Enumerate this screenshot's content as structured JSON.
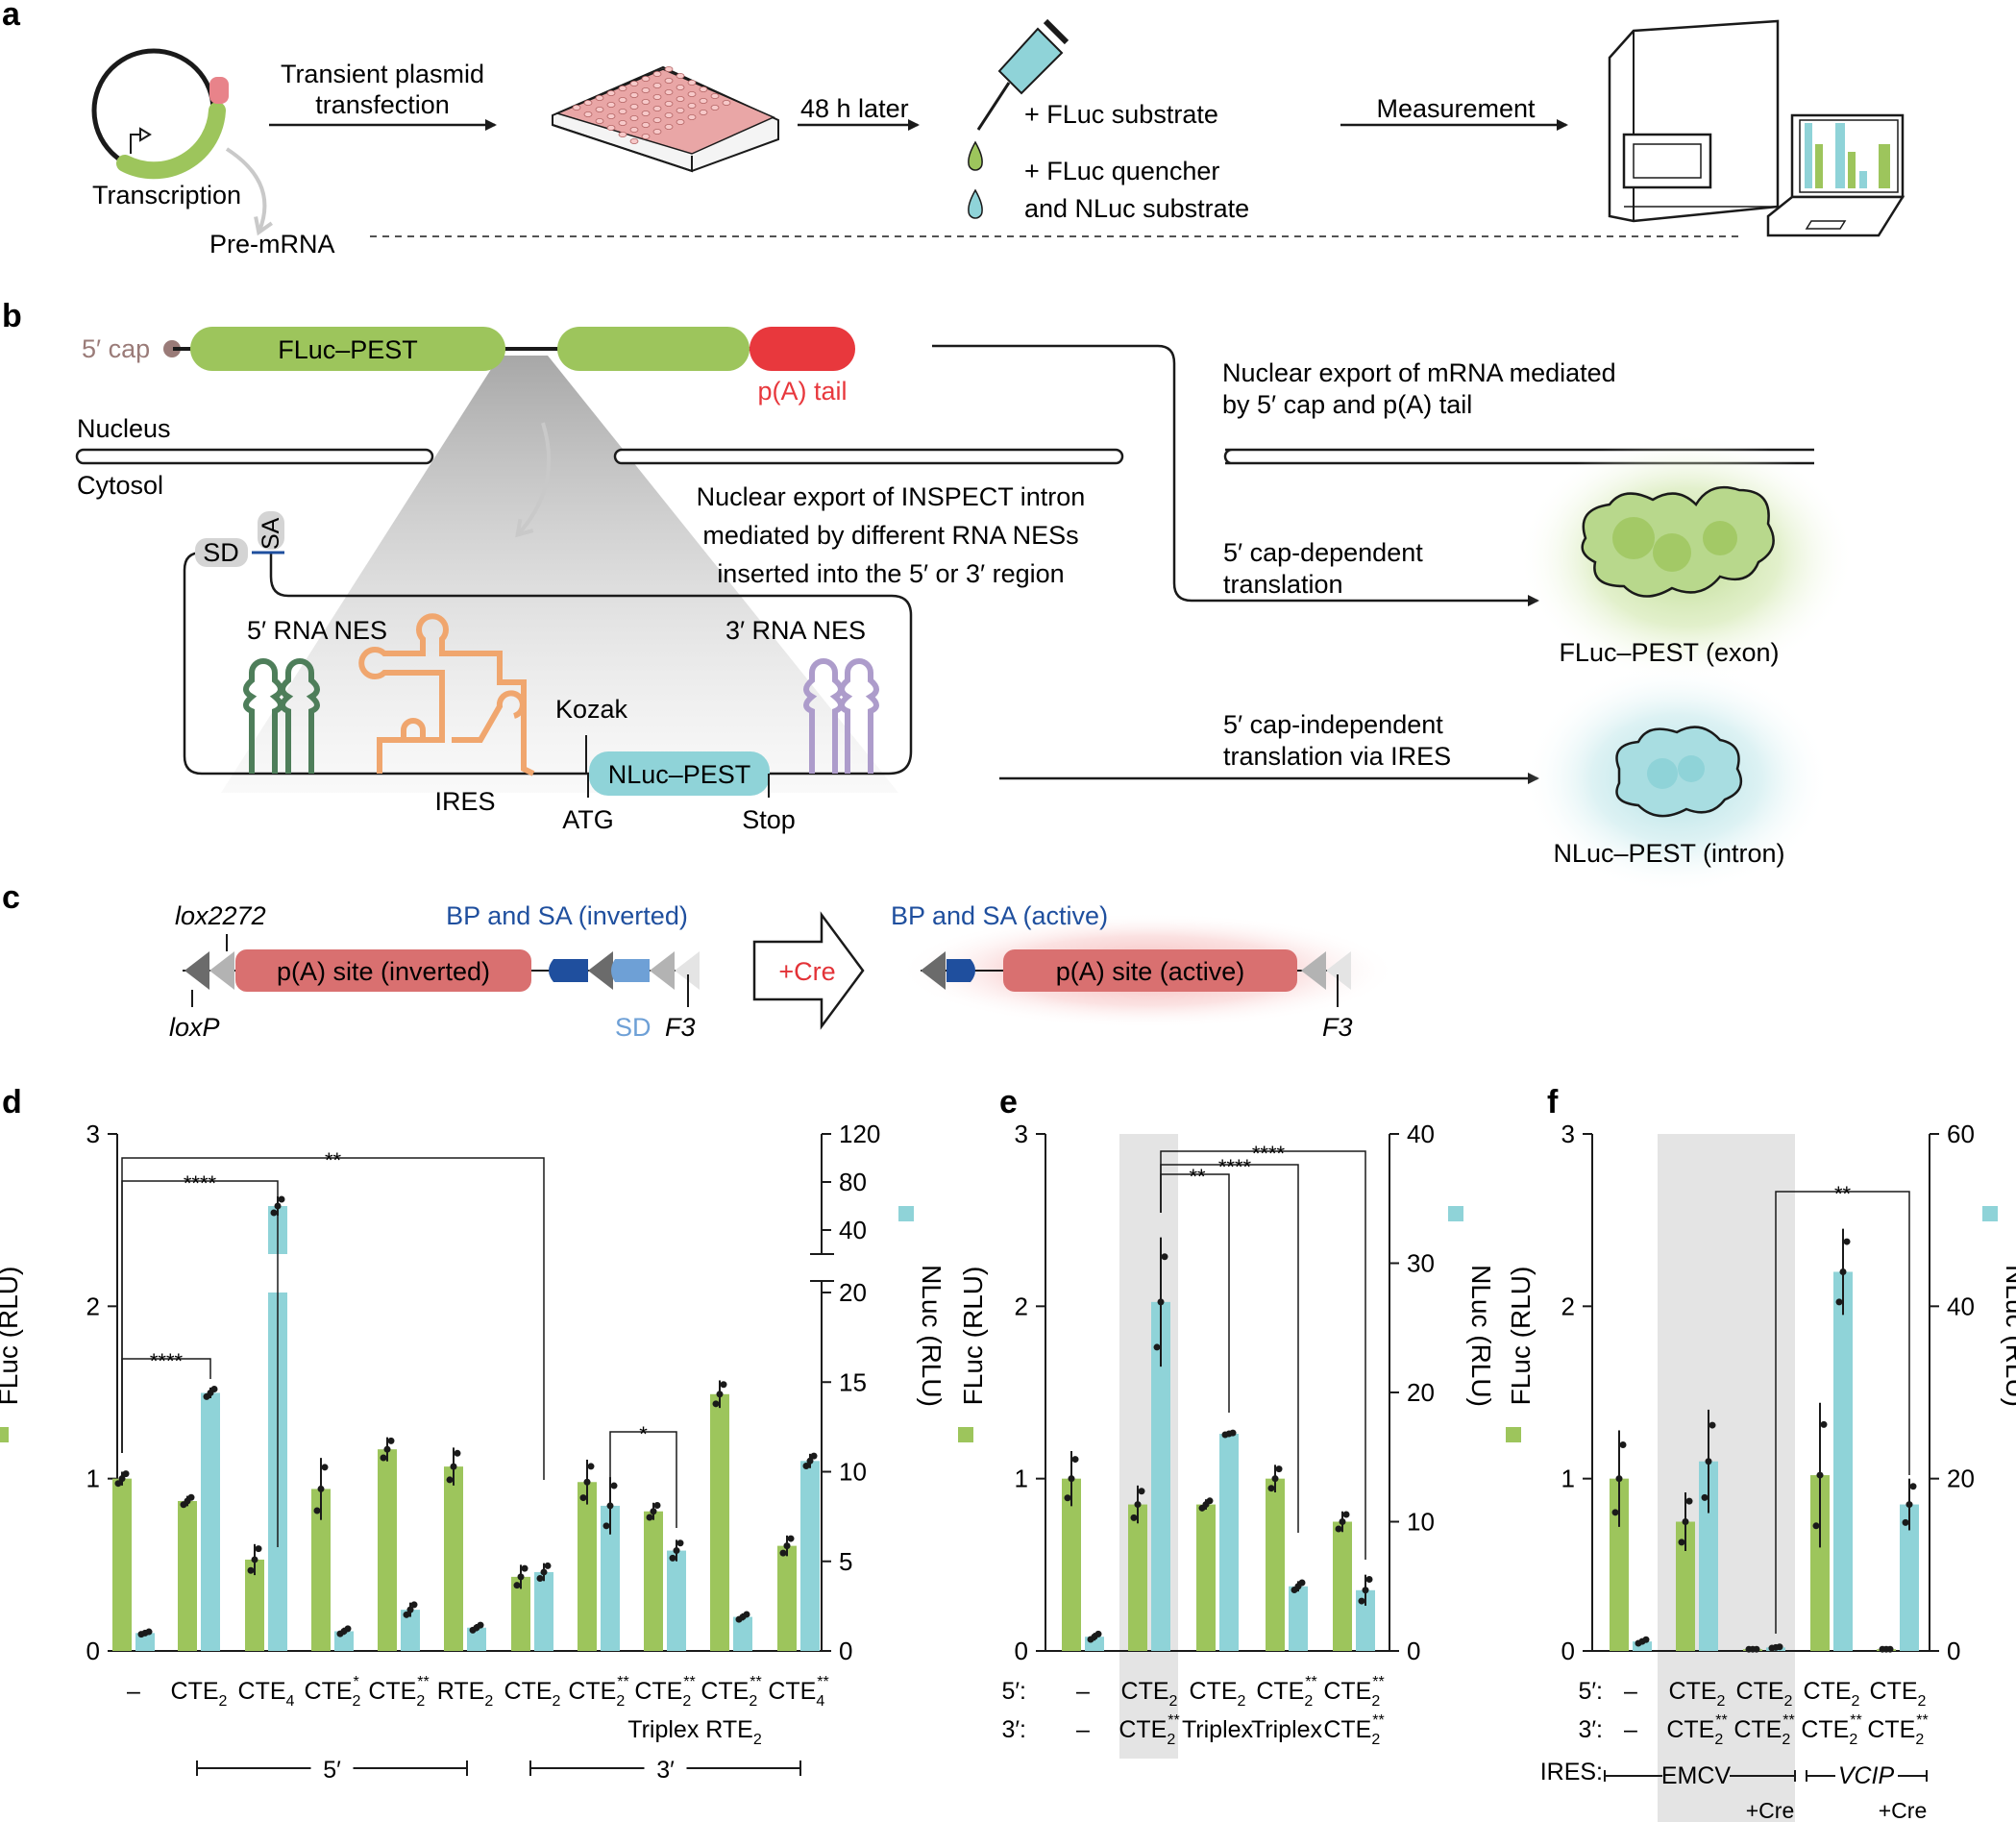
{
  "colors": {
    "fluc": "#9dc55c",
    "nluc": "#8fd3d8",
    "polyA": "#e8383d",
    "cap": "#9a7b78",
    "blue_text": "#1f4f9e",
    "light_blue_text": "#6ea0d6",
    "red_text": "#e33237",
    "nes5": "#4e7e5a",
    "ires": "#f0a66e",
    "nes3": "#ad9ccb",
    "pA_site": "#d97070",
    "shade": "#e4e4e4"
  },
  "panel_a": {
    "letter": "a",
    "transcription": "Transcription",
    "pre_mrna": "Pre-mRNA",
    "step1": [
      "Transient plasmid",
      "transfection"
    ],
    "step2": "48 h later",
    "substrate1": "+ FLuc substrate",
    "substrate2": [
      "+ FLuc quencher",
      "and NLuc substrate"
    ],
    "measurement": "Measurement"
  },
  "panel_b": {
    "letter": "b",
    "cap": "5′ cap",
    "fluc_pest": "FLuc–PEST",
    "polyA": "p(A) tail",
    "nucleus": "Nucleus",
    "cytosol": "Cytosol",
    "export_mrna": [
      "Nuclear export of mRNA mediated",
      "by 5′ cap and p(A) tail"
    ],
    "export_intron": [
      "Nuclear export of INSPECT intron",
      "mediated by different RNA NESs",
      "inserted into the 5′ or 3′ region"
    ],
    "sd": "SD",
    "sa": "SA",
    "nes5": "5′ RNA NES",
    "nes3": "3′ RNA NES",
    "ires": "IRES",
    "kozak": "Kozak",
    "atg": "ATG",
    "nluc_pest": "NLuc–PEST",
    "stop": "Stop",
    "cap_dep": [
      "5′ cap-dependent",
      "translation"
    ],
    "cap_indep": [
      "5′ cap-independent",
      "translation via IRES"
    ],
    "fluc_exon": "FLuc–PEST (exon)",
    "nluc_intron": "NLuc–PEST (intron)"
  },
  "panel_c": {
    "letter": "c",
    "lox2272": "lox2272",
    "loxp": "loxP",
    "bp_sa_inverted": "BP and SA (inverted)",
    "pA_inverted": "p(A) site (inverted)",
    "sd": "SD",
    "f3": "F3",
    "cre": "+Cre",
    "bp_sa_active": "BP and SA (active)",
    "pA_active": "p(A) site (active)"
  },
  "chart_data": [
    {
      "panel": "d",
      "type": "bar",
      "ylabel_left": "FLuc (RLU)",
      "ylabel_right": "NLuc (RLU)",
      "ylim_left": [
        0,
        3
      ],
      "yticks_left": [
        "0",
        "1",
        "2",
        "3"
      ],
      "yticks_right": [
        "0",
        "5",
        "10",
        "15",
        "20",
        "40",
        "80",
        "120"
      ],
      "right_axis_break": "between 20 and 40",
      "categories": [
        "–",
        "CTE2",
        "CTE4",
        "CTE2*",
        "CTE2**",
        "RTE2",
        "CTE2",
        "CTE2**",
        "CTE2** Triplex",
        "CTE2** RTE2",
        "CTE4**"
      ],
      "category_labels": [
        {
          "main": "–",
          "sub": "",
          "sup": ""
        },
        {
          "main": "CTE",
          "sub": "2",
          "sup": ""
        },
        {
          "main": "CTE",
          "sub": "4",
          "sup": ""
        },
        {
          "main": "CTE",
          "sub": "2",
          "sup": "*"
        },
        {
          "main": "CTE",
          "sub": "2",
          "sup": "**"
        },
        {
          "main": "RTE",
          "sub": "2",
          "sup": ""
        },
        {
          "main": "CTE",
          "sub": "2",
          "sup": ""
        },
        {
          "main": "CTE",
          "sub": "2",
          "sup": "**"
        },
        {
          "main": "CTE",
          "sub": "2",
          "sup": "**"
        },
        {
          "main": "CTE",
          "sub": "2",
          "sup": "**"
        },
        {
          "main": "CTE",
          "sub": "4",
          "sup": "**"
        }
      ],
      "second_row": {
        "text": "Triplex RTE",
        "sub": "2"
      },
      "groups": [
        {
          "label": "5′",
          "from": 1,
          "to": 5
        },
        {
          "label": "3′",
          "from": 6,
          "to": 10
        }
      ],
      "series": [
        {
          "name": "FLuc",
          "values": [
            1.0,
            0.87,
            0.53,
            0.94,
            1.17,
            1.07,
            0.43,
            0.98,
            0.81,
            1.49,
            0.61
          ],
          "errors": [
            0.04,
            0.03,
            0.09,
            0.18,
            0.07,
            0.11,
            0.07,
            0.13,
            0.05,
            0.08,
            0.06
          ]
        },
        {
          "name": "NLuc",
          "values": [
            1.0,
            14.4,
            60,
            1.1,
            2.3,
            1.3,
            4.4,
            8.1,
            5.6,
            1.9,
            10.6
          ],
          "errors": [
            0.1,
            0.3,
            8,
            0.2,
            0.4,
            0.2,
            0.5,
            1.6,
            0.6,
            0.2,
            0.4
          ]
        }
      ],
      "significance": [
        {
          "from": 0,
          "to": 6,
          "label": "**"
        },
        {
          "from": 0,
          "to": 2,
          "label": "****"
        },
        {
          "from": 0,
          "to": 1,
          "label": "****"
        },
        {
          "from": 7,
          "to": 8,
          "label": "*"
        }
      ]
    },
    {
      "panel": "e",
      "type": "bar",
      "ylabel_left": "FLuc (RLU)",
      "ylabel_right": "NLuc (RLU)",
      "ylim_left": [
        0,
        3
      ],
      "ylim_right": [
        0,
        40
      ],
      "yticks_left": [
        "0",
        "1",
        "2",
        "3"
      ],
      "yticks_right": [
        "0",
        "10",
        "20",
        "30",
        "40"
      ],
      "row_labels": [
        "5′:",
        "3′:"
      ],
      "five_prime": [
        "–",
        "CTE2",
        "CTE2",
        "CTE2**",
        "CTE2**"
      ],
      "three_prime": [
        "–",
        "CTE2**",
        "Triplex",
        "Triplex",
        "CTE2**"
      ],
      "five_prime_labels": [
        {
          "main": "–",
          "sub": "",
          "sup": ""
        },
        {
          "main": "CTE",
          "sub": "2",
          "sup": ""
        },
        {
          "main": "CTE",
          "sub": "2",
          "sup": ""
        },
        {
          "main": "CTE",
          "sub": "2",
          "sup": "**"
        },
        {
          "main": "CTE",
          "sub": "2",
          "sup": "**"
        }
      ],
      "three_prime_labels": [
        {
          "main": "–",
          "sub": "",
          "sup": ""
        },
        {
          "main": "CTE",
          "sub": "2",
          "sup": "**"
        },
        {
          "main": "Triplex",
          "sub": "",
          "sup": ""
        },
        {
          "main": "Triplex",
          "sub": "",
          "sup": ""
        },
        {
          "main": "CTE",
          "sub": "2",
          "sup": "**"
        }
      ],
      "highlighted_group": 1,
      "series": [
        {
          "name": "FLuc",
          "values": [
            1.0,
            0.85,
            0.85,
            1.0,
            0.75
          ],
          "errors": [
            0.16,
            0.11,
            0.03,
            0.08,
            0.06
          ]
        },
        {
          "name": "NLuc",
          "values": [
            1.1,
            27,
            16.8,
            5.0,
            4.7
          ],
          "errors": [
            0.3,
            5,
            0.1,
            0.4,
            1.2
          ]
        }
      ],
      "significance": [
        {
          "from": 1,
          "to": 4,
          "label": "****"
        },
        {
          "from": 1,
          "to": 3,
          "label": "****"
        },
        {
          "from": 1,
          "to": 2,
          "label": "**"
        }
      ]
    },
    {
      "panel": "f",
      "type": "bar",
      "ylabel_left": "FLuc (RLU)",
      "ylabel_right": "NLuc (RLU)",
      "ylim_left": [
        0,
        3
      ],
      "ylim_right": [
        0,
        60
      ],
      "yticks_left": [
        "0",
        "1",
        "2",
        "3"
      ],
      "yticks_right": [
        "0",
        "20",
        "40",
        "60"
      ],
      "row_labels": [
        "5′:",
        "3′:",
        "IRES:"
      ],
      "five_prime": [
        "–",
        "CTE2",
        "CTE2",
        "CTE2",
        "CTE2"
      ],
      "three_prime": [
        "–",
        "CTE2**",
        "CTE2**",
        "CTE2**",
        "CTE2**"
      ],
      "five_prime_labels": [
        {
          "main": "–",
          "sub": "",
          "sup": ""
        },
        {
          "main": "CTE",
          "sub": "2",
          "sup": ""
        },
        {
          "main": "CTE",
          "sub": "2",
          "sup": ""
        },
        {
          "main": "CTE",
          "sub": "2",
          "sup": ""
        },
        {
          "main": "CTE",
          "sub": "2",
          "sup": ""
        }
      ],
      "three_prime_labels": [
        {
          "main": "–",
          "sub": "",
          "sup": ""
        },
        {
          "main": "CTE",
          "sub": "2",
          "sup": "**"
        },
        {
          "main": "CTE",
          "sub": "2",
          "sup": "**"
        },
        {
          "main": "CTE",
          "sub": "2",
          "sup": "**"
        },
        {
          "main": "CTE",
          "sub": "2",
          "sup": "**"
        }
      ],
      "ires": {
        "emcv": "EMCV",
        "vcip": "VCIP"
      },
      "cre_labels": [
        "+Cre",
        "+Cre"
      ],
      "highlighted_groups": [
        1,
        2
      ],
      "series": [
        {
          "name": "FLuc",
          "values": [
            1.0,
            0.75,
            0.01,
            1.02,
            0.01
          ],
          "errors": [
            0.28,
            0.17,
            0.0,
            0.42,
            0.0
          ]
        },
        {
          "name": "NLuc",
          "values": [
            1.1,
            22,
            0.4,
            44,
            17
          ],
          "errors": [
            0.3,
            6,
            0.1,
            5,
            3
          ]
        }
      ],
      "significance": [
        {
          "from": 2,
          "to": 4,
          "label": "**"
        }
      ]
    }
  ]
}
